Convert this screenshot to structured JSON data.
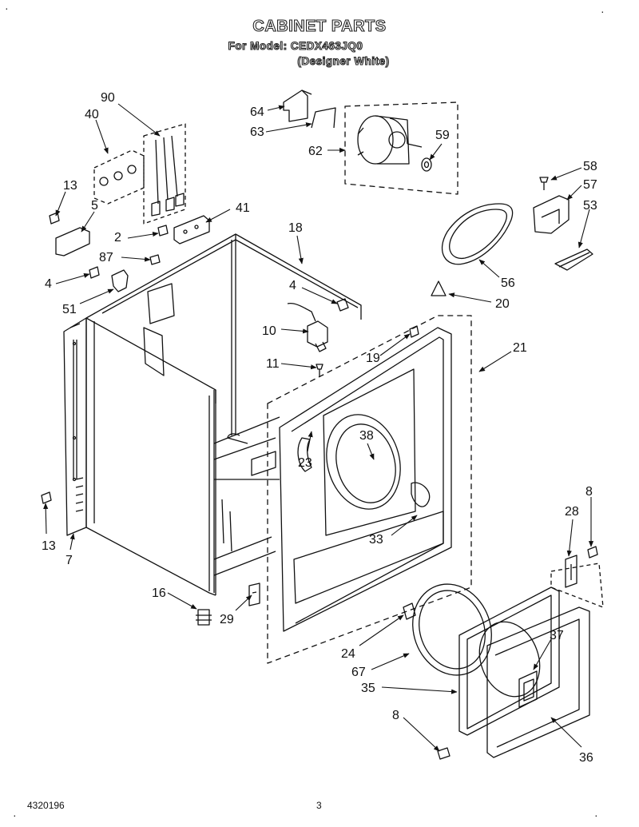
{
  "header": {
    "title": "CABINET PARTS",
    "model": "For Model: CEDX463JQ0",
    "color": "(Designer White)"
  },
  "footer": {
    "doc_number": "4320196",
    "page_number": "3"
  },
  "callouts": [
    {
      "id": "c90",
      "label": "90"
    },
    {
      "id": "c40",
      "label": "40"
    },
    {
      "id": "c13a",
      "label": "13"
    },
    {
      "id": "c5",
      "label": "5"
    },
    {
      "id": "c41",
      "label": "41"
    },
    {
      "id": "c2",
      "label": "2"
    },
    {
      "id": "c87",
      "label": "87"
    },
    {
      "id": "c4a",
      "label": "4"
    },
    {
      "id": "c51",
      "label": "51"
    },
    {
      "id": "c18",
      "label": "18"
    },
    {
      "id": "c64",
      "label": "64"
    },
    {
      "id": "c63",
      "label": "63"
    },
    {
      "id": "c62",
      "label": "62"
    },
    {
      "id": "c59",
      "label": "59"
    },
    {
      "id": "c58",
      "label": "58"
    },
    {
      "id": "c57",
      "label": "57"
    },
    {
      "id": "c53",
      "label": "53"
    },
    {
      "id": "c56",
      "label": "56"
    },
    {
      "id": "c20",
      "label": "20"
    },
    {
      "id": "c4b",
      "label": "4"
    },
    {
      "id": "c10",
      "label": "10"
    },
    {
      "id": "c11",
      "label": "11"
    },
    {
      "id": "c19",
      "label": "19"
    },
    {
      "id": "c21",
      "label": "21"
    },
    {
      "id": "c38",
      "label": "38"
    },
    {
      "id": "c23",
      "label": "23"
    },
    {
      "id": "c33",
      "label": "33"
    },
    {
      "id": "c13b",
      "label": "13"
    },
    {
      "id": "c7",
      "label": "7"
    },
    {
      "id": "c8a",
      "label": "8"
    },
    {
      "id": "c28",
      "label": "28"
    },
    {
      "id": "c16",
      "label": "16"
    },
    {
      "id": "c29",
      "label": "29"
    },
    {
      "id": "c37",
      "label": "37"
    },
    {
      "id": "c24",
      "label": "24"
    },
    {
      "id": "c67",
      "label": "67"
    },
    {
      "id": "c35",
      "label": "35"
    },
    {
      "id": "c8b",
      "label": "8"
    },
    {
      "id": "c36",
      "label": "36"
    }
  ]
}
